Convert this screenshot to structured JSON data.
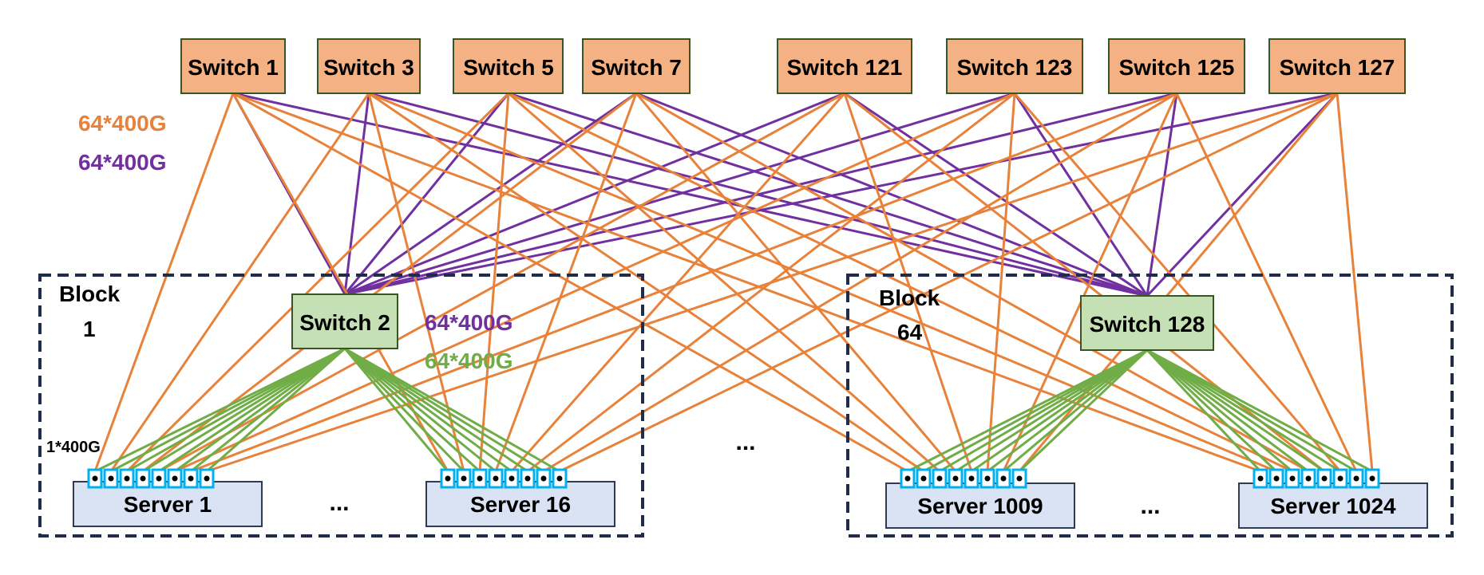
{
  "top_switches": [
    "Switch 1",
    "Switch 3",
    "Switch 5",
    "Switch 7",
    "Switch 121",
    "Switch 123",
    "Switch 125",
    "Switch 127"
  ],
  "block_switches": [
    "Switch 2",
    "Switch 128"
  ],
  "blocks": [
    {
      "label_line1": "Block",
      "label_line2": "1"
    },
    {
      "label_line1": "Block",
      "label_line2": "64"
    }
  ],
  "servers": [
    "Server 1",
    "Server 16",
    "Server 1009",
    "Server 1024"
  ],
  "link_labels": {
    "top_orange": "64*400G",
    "top_purple": "64*400G",
    "mid_purple": "64*400G",
    "mid_green": "64*400G",
    "server_link": "1*400G"
  },
  "ellipses": [
    "...",
    "...",
    "..."
  ],
  "colors": {
    "orange_link": "#E8823A",
    "purple_link": "#7030A0",
    "green_link": "#70AD47",
    "top_switch_fill": "#F4B183",
    "block_switch_fill": "#C5E0B4",
    "server_fill": "#DAE3F3",
    "port_outline": "#00B0F0",
    "block_border": "#1F2D4A"
  }
}
